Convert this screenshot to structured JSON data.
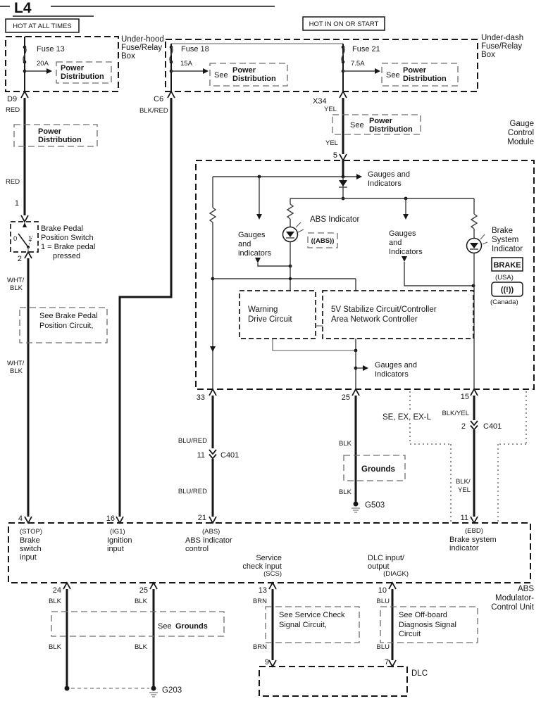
{
  "title": "L4",
  "rails": {
    "hot_all": "HOT AT ALL TIMES",
    "hot_ign": "HOT IN ON OR START"
  },
  "underhood": {
    "label": [
      "Under-hood",
      "Fuse/Relay",
      "Box"
    ],
    "fuse": "Fuse 13",
    "rating": "20A",
    "ref": [
      "Power",
      "Distribution"
    ],
    "conn": "D9"
  },
  "underdash": {
    "label": [
      "Under-dash",
      "Fuse/Relay",
      "Box"
    ],
    "fuse18": "Fuse 18",
    "rating18": "15A",
    "see18": "See",
    "ref18": [
      "Power",
      "Distribution"
    ],
    "fuse21": "Fuse 21",
    "rating21": "7.5A",
    "see21": "See",
    "ref21": [
      "Power",
      "Distribution"
    ],
    "conn_c6": "C6",
    "conn_x34": "X34"
  },
  "stop_branch": {
    "red1": "RED",
    "ref": [
      "Power",
      "Distribution"
    ],
    "red2": "RED",
    "pin1": "1",
    "pin2": "2",
    "switch": [
      "Brake Pedal",
      "Position Switch",
      "1 = Brake pedal",
      "pressed"
    ],
    "c0": "0",
    "c1": "1",
    "wht1": [
      "WHT/",
      "BLK"
    ],
    "ref2": [
      "See Brake Pedal",
      "Position Circuit,"
    ],
    "wht2": [
      "WHT/",
      "BLK"
    ],
    "pin4": "4"
  },
  "ign_branch": {
    "color": "BLK/RED",
    "pin16": "16"
  },
  "yel_branch": {
    "yel1": "YEL",
    "see": "See",
    "ref": [
      "Power",
      "Distribution"
    ],
    "yel2": "YEL",
    "pin5": "5"
  },
  "gauge": {
    "label": [
      "Gauge",
      "Control",
      "Module"
    ],
    "ref_top": [
      "Gauges and",
      "Indicators"
    ],
    "block1": [
      "Gauges",
      "and",
      "indicators"
    ],
    "abs_label": "ABS Indicator",
    "abs_badge": "((ABS))",
    "block2": [
      "Gauges",
      "and",
      "Indicators"
    ],
    "brake_label": [
      "Brake",
      "System",
      "Indicator"
    ],
    "badge_brake": "BRAKE",
    "usa": "(USA)",
    "badge_can": "((!))",
    "canada": "(Canada)",
    "warning": [
      "Warning",
      "Drive Circuit"
    ],
    "stab": [
      "5V Stabilize Circuit/Controller",
      "Area Network Controller"
    ],
    "ref_bot": [
      "Gauges and",
      "Indicators"
    ],
    "pin33": "33",
    "pin25": "25",
    "pin15": "15"
  },
  "mid": {
    "blured1": "BLU/RED",
    "c401a_pin": "11",
    "c401a": "C401",
    "blured2": "BLU/RED",
    "pin21": "21",
    "blk1": "BLK",
    "grounds": "Grounds",
    "blk2": "BLK",
    "g503": "G503",
    "trim": "SE, EX, EX-L",
    "blkyel1": "BLK/YEL",
    "c401b_pin": "2",
    "c401b": "C401",
    "blkyel2": [
      "BLK/",
      "YEL"
    ],
    "pin11": "11"
  },
  "abs_unit": {
    "label": [
      "ABS",
      "Modulator-",
      "Control Unit"
    ],
    "stop_code": "(STOP)",
    "stop": [
      "Brake",
      "switch",
      "input"
    ],
    "ig1_code": "(IG1)",
    "ig1": [
      "Ignition",
      "input"
    ],
    "abs_code": "(ABS)",
    "abs": [
      "ABS indicator",
      "control"
    ],
    "scs": [
      "Service",
      "check input"
    ],
    "scs_code": "(SCS)",
    "diagk": [
      "DLC input/",
      "output"
    ],
    "diagk_code": "(DIAGK)",
    "ebd_code": "(EBD)",
    "ebd": [
      "Brake system",
      "indicator"
    ]
  },
  "bottom": {
    "pin24": "24",
    "blk24a": "BLK",
    "pin25": "25",
    "blk25a": "BLK",
    "see_grounds_see": "See",
    "see_grounds": "Grounds",
    "blk24b": "BLK",
    "blk25b": "BLK",
    "g203": "G203",
    "pin13": "13",
    "brn1": "BRN",
    "see_service": [
      "See Service Check",
      "Signal Circuit,"
    ],
    "brn2": "BRN",
    "pin9": "9",
    "pin10": "10",
    "blu1": "BLU",
    "see_offboard": [
      "See Off-board",
      "Diagnosis Signal",
      "Circuit"
    ],
    "blu2": "BLU",
    "pin7": "7",
    "dlc": "DLC"
  }
}
